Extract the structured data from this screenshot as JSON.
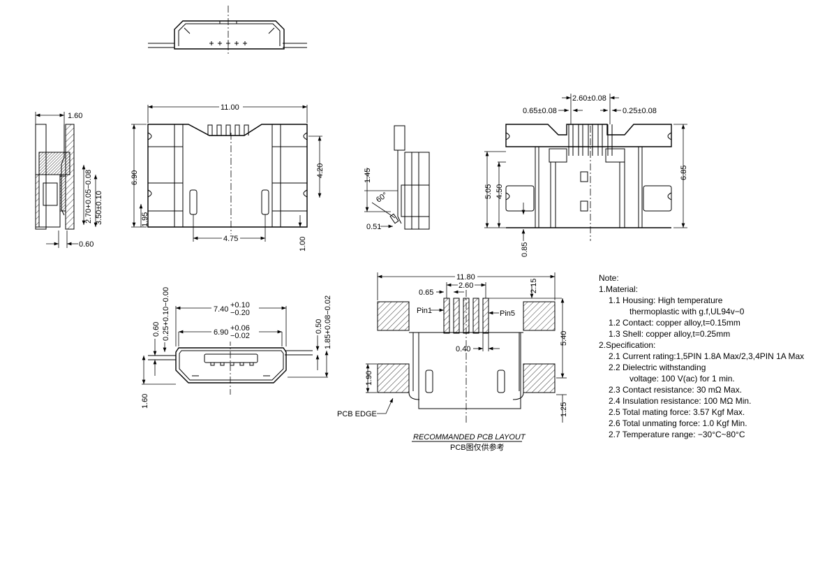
{
  "side_view_left": {
    "dim_width": "1.60",
    "dim_offset": "0.60",
    "dim_height_a": "2.70+0.05−0.08",
    "dim_height_b": "3.50±0.10"
  },
  "front_view": {
    "dim_width": "11.00",
    "dim_height": "6.90",
    "dim_tab": "4.20",
    "dim_low": "1.95",
    "dim_post_spacing": "4.75",
    "dim_bottom": "1.00"
  },
  "side_view_right": {
    "dim_height": "1.45",
    "dim_angle": "60°",
    "dim_offset": "0.51"
  },
  "bottom_view": {
    "dim_pitch_span": "2.60±0.08",
    "dim_pitch": "0.65±0.08",
    "dim_pin_width": "0.25±0.08",
    "dim_a": "5.05",
    "dim_b": "4.50",
    "dim_total": "6.85",
    "dim_low": "0.85"
  },
  "end_view": {
    "dim_outer": "7.40",
    "dim_outer_tol_plus": "+0.10",
    "dim_outer_tol_minus": "−0.20",
    "dim_inner": "6.90",
    "dim_inner_tol_plus": "+0.06",
    "dim_inner_tol_minus": "−0.02",
    "dim_a": "0.60",
    "dim_b": "0.25+0.10−0.00",
    "dim_c": "1.60",
    "dim_d": "0.50",
    "dim_e": "1.85+0.08−0.02"
  },
  "pcb_layout": {
    "dim_width": "11.80",
    "dim_pin_span": "2.60",
    "dim_pitch": "0.65",
    "dim_pad_height": "2.15",
    "pin1_label": "Pin1",
    "pin5_label": "Pin5",
    "dim_pad_width": "0.40",
    "dim_height": "5.40",
    "dim_lower_pad": "1.90",
    "dim_edge": "1.25",
    "pcb_edge_label": "PCB EDGE",
    "title": "RECOMMANDED PCB LAYOUT",
    "subtitle": "PCB图仅供参考"
  },
  "notes": {
    "heading": "Note:",
    "material_heading": "1.Material:",
    "material": [
      "1.1 Housing: High temperature",
      "thermoplastic with g.f,UL94v−0",
      "1.2 Contact: copper alloy,t=0.15mm",
      "1.3 Shell: copper alloy,t=0.25mm"
    ],
    "spec_heading": "2.Specification:",
    "spec": [
      "2.1 Current rating:1,5PIN 1.8A Max/2,3,4PIN 1A Max",
      "2.2 Dielectric withstanding",
      "voltage: 100 V(ac) for 1 min.",
      "2.3 Contact resistance: 30 mΩ Max.",
      "2.4 Insulation resistance: 100 MΩ Min.",
      "2.5 Total mating force: 3.57 Kgf Max.",
      "2.6 Total unmating force: 1.0 Kgf Min.",
      "2.7 Temperature range: −30°C~80°C"
    ]
  }
}
